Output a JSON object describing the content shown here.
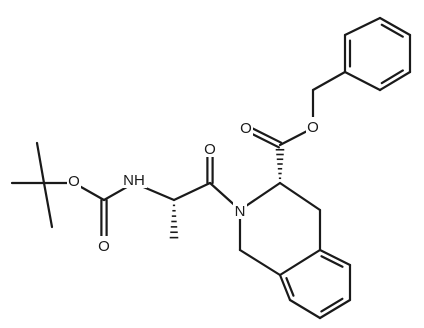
{
  "colors": {
    "background": "#ffffff",
    "bond": "#1a1a1a",
    "text": "#1a1a1a"
  },
  "atom_labels": {
    "carbamate_ether_o": "O",
    "carbamate_carbonyl_o": "O",
    "carbamate_nh": "NH",
    "amide_carbonyl_o": "O",
    "ring_n": "N",
    "ester_carbonyl_o": "O",
    "ester_ether_o": "O"
  }
}
